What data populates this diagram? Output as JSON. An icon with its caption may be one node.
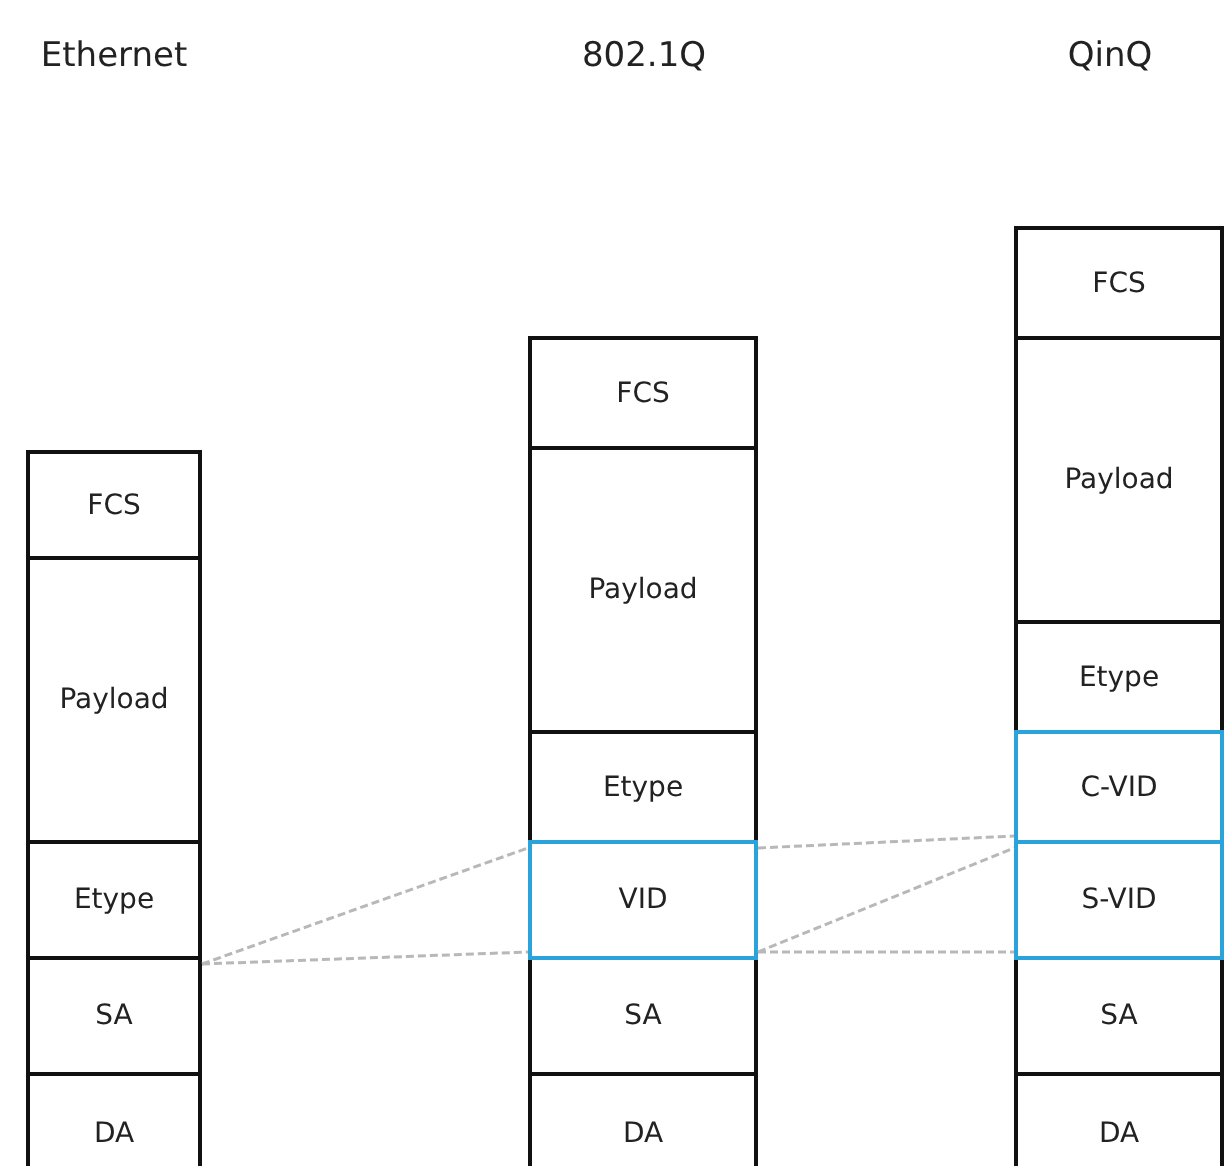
{
  "diagram": {
    "nodes": [
      {
        "text": [
          "FCS"
        ]
      },
      {
        "text": [
          "Payload"
        ]
      },
      {
        "text": [
          "Etype"
        ]
      },
      {
        "text": [
          "SA"
        ]
      },
      {
        "text": [
          "DA"
        ]
      },
      {
        "text": [
          "FCS"
        ]
      },
      {
        "text": [
          "Payload"
        ]
      },
      {
        "text": [
          "Etype"
        ]
      },
      {
        "text": [
          "VID"
        ]
      },
      {
        "text": [
          "SA"
        ]
      },
      {
        "text": [
          "DA"
        ]
      },
      {
        "text": [
          "FCS"
        ]
      },
      {
        "text": [
          "Payload"
        ]
      },
      {
        "text": [
          "Etype"
        ]
      },
      {
        "text": [
          "C-VID"
        ]
      },
      {
        "text": [
          "S-VID"
        ]
      },
      {
        "text": [
          "SA"
        ]
      },
      {
        "text": [
          "DA"
        ]
      }
    ],
    "edges": [
      {
        "from": 3,
        "to": 8,
        "arrow": "none",
        "style": "dashed"
      },
      {
        "from": 3,
        "to": 8,
        "arrow": "none",
        "style": "dashed"
      },
      {
        "from": 8,
        "to": 14,
        "arrow": "none",
        "style": "dashed"
      },
      {
        "from": 8,
        "to": 15,
        "arrow": "none",
        "style": "dashed"
      },
      {
        "from": 8,
        "to": 15,
        "arrow": "none",
        "style": "dashed"
      }
    ],
    "labels": [
      "Ethernet",
      "802.1Q",
      "QinQ"
    ]
  }
}
